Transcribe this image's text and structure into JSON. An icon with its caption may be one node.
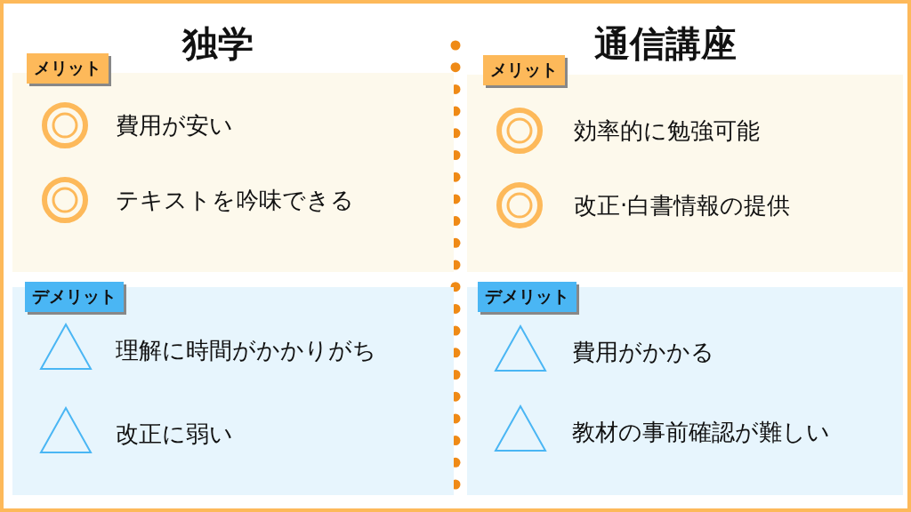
{
  "diagram": {
    "nodes": [
      {
        "text": [
          "メリット"
        ]
      },
      {
        "text": [
          "費用が安い"
        ],
        "in": 0
      },
      {
        "text": [
          "テキストを吟味できる"
        ],
        "in": 0
      },
      {
        "text": [
          "メリット"
        ]
      },
      {
        "text": [
          "効率的に勉強可能"
        ],
        "in": 3
      },
      {
        "text": [
          "改正·白書情報の提供"
        ],
        "in": 3
      },
      {
        "text": [
          "デメリット"
        ]
      },
      {
        "text": [
          "理解に時間がかかりがち"
        ],
        "in": 6
      },
      {
        "text": [
          "改正に弱い"
        ],
        "in": 6
      },
      {
        "text": [
          "デメリット"
        ]
      },
      {
        "text": [
          "費用がかかる"
        ],
        "in": 9
      },
      {
        "text": [
          "教材の事前確認が難しい"
        ],
        "in": 9
      }
    ],
    "labels": [
      "独学",
      "通信講座"
    ]
  }
}
